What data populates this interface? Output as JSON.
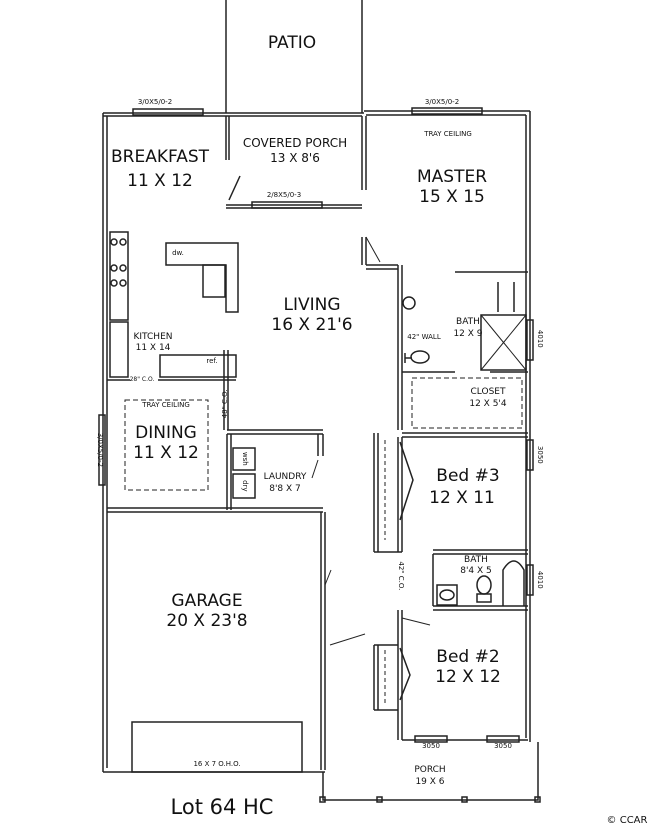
{
  "rooms": {
    "patio": {
      "name": "PATIO"
    },
    "breakfast": {
      "name": "BREAKFAST",
      "size": "11 X 12"
    },
    "covered_porch": {
      "name": "COVERED PORCH",
      "size": "13 X 8'6"
    },
    "master": {
      "name": "MASTER",
      "size": "15 X 15",
      "ceiling": "TRAY CEILING"
    },
    "living": {
      "name": "LIVING",
      "size": "16 X 21'6"
    },
    "kitchen": {
      "name": "KITCHEN",
      "size": "11 X 14"
    },
    "master_bath": {
      "name": "BATH",
      "size": "12 X 9"
    },
    "closet": {
      "name": "CLOSET",
      "size": "12 X 5'4"
    },
    "dining": {
      "name": "DINING",
      "size": "11 X 12",
      "ceiling": "TRAY CEILING"
    },
    "laundry": {
      "name": "LAUNDRY",
      "size": "8'8 X 7"
    },
    "bed3": {
      "name": "Bed #3",
      "size": "12 X 11"
    },
    "bath2": {
      "name": "BATH",
      "size": "8'4 X 5"
    },
    "garage": {
      "name": "GARAGE",
      "size": "20 X 23'8"
    },
    "bed2": {
      "name": "Bed #2",
      "size": "12 X 12"
    },
    "porch": {
      "name": "PORCH",
      "size": "19 X 6"
    }
  },
  "annotations": {
    "window_breakfast": "3/0X5/0-2",
    "window_master": "3/0X5/0-2",
    "door_porch": "2/8X5/0-3",
    "window_dining": "3/0X5/0-2",
    "window_bath": "4010",
    "window_bed3": "3050",
    "window_bath2": "4010",
    "window_bed2_a": "3050",
    "window_bed2_b": "3050",
    "garage_door": "16 X 7 O.H.O.",
    "kitchen_co": "28\" C.O.",
    "dining_co": "48\" C.O.",
    "hall_co": "42\" C.O.",
    "bath_wall": "42\" WALL",
    "fridge": "ref.",
    "dishwasher": "dw.",
    "washer": "wsh",
    "dryer": "dry"
  },
  "caption": "Lot 64 HC",
  "copyright": "© CCAR"
}
